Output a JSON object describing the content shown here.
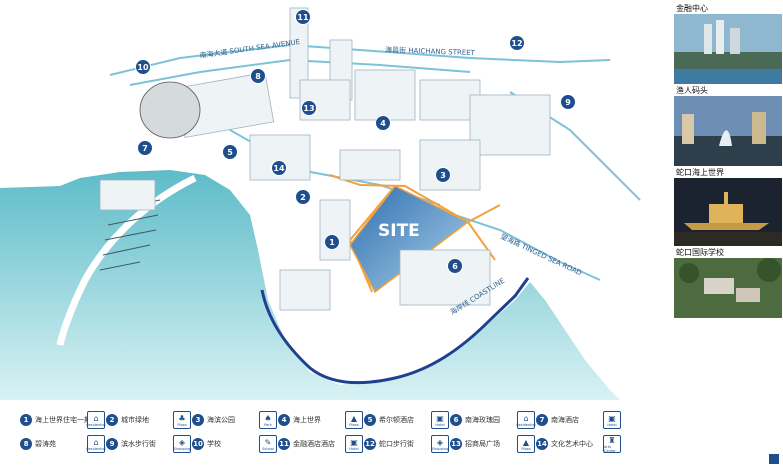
{
  "map": {
    "site_label": "SITE",
    "streets": [
      {
        "id": "south-sea-avenue",
        "text": "南海大道 SOUTH SEA AVENUE"
      },
      {
        "id": "haichang-street",
        "text": "海昌街 HAICHANG STREET"
      },
      {
        "id": "tinged-sea-road",
        "text": "望海路 TINGED SEA ROAD"
      },
      {
        "id": "coastline",
        "text": "海岸线 COASTLINE"
      }
    ],
    "markers": [
      "1",
      "2",
      "3",
      "4",
      "5",
      "6",
      "7",
      "8",
      "9",
      "10",
      "11",
      "12",
      "13",
      "14"
    ],
    "colors": {
      "sea": "#6cc6cf",
      "coast_line": "#1f3f8f",
      "road": "#7cc2da",
      "site": "#4b8fc4",
      "marker": "#1f4e8c",
      "orange_route": "#f2a23a"
    }
  },
  "legend": [
    {
      "num": "1",
      "label": "海上世界住宅一期",
      "icon": "house-icon",
      "icon_caption": "Residential"
    },
    {
      "num": "2",
      "label": "城市绿地",
      "icon": "tree-icon",
      "icon_caption": "Plaza"
    },
    {
      "num": "3",
      "label": "海滨公园",
      "icon": "park-icon",
      "icon_caption": "Park"
    },
    {
      "num": "4",
      "label": "海上世界",
      "icon": "plaza-icon",
      "icon_caption": "Plaza"
    },
    {
      "num": "5",
      "label": "希尔顿酒店",
      "icon": "hotel-icon",
      "icon_caption": "Hotel"
    },
    {
      "num": "6",
      "label": "南海玫瑰园",
      "icon": "residential-icon",
      "icon_caption": "Residential"
    },
    {
      "num": "7",
      "label": "南海酒店",
      "icon": "hotel-icon",
      "icon_caption": "Hotel"
    },
    {
      "num": "8",
      "label": "碧涛苑",
      "icon": "house-icon",
      "icon_caption": "Residential"
    },
    {
      "num": "9",
      "label": "滨水步行街",
      "icon": "shopping-icon",
      "icon_caption": "Shopping"
    },
    {
      "num": "10",
      "label": "学校",
      "icon": "school-icon",
      "icon_caption": "School"
    },
    {
      "num": "11",
      "label": "金融酒店酒店",
      "icon": "hotel-icon",
      "icon_caption": "Hotel"
    },
    {
      "num": "12",
      "label": "蛇口步行街",
      "icon": "shopping-icon",
      "icon_caption": "Shopping"
    },
    {
      "num": "13",
      "label": "招商局广场",
      "icon": "plaza-icon",
      "icon_caption": "Plaza"
    },
    {
      "num": "14",
      "label": "文化艺术中心",
      "icon": "arts-icon",
      "icon_caption": "Arts Center"
    }
  ],
  "photos": [
    {
      "label": "金融中心"
    },
    {
      "label": "渔人码头"
    },
    {
      "label": "蛇口海上世界"
    },
    {
      "label": "蛇口国际学校"
    }
  ]
}
